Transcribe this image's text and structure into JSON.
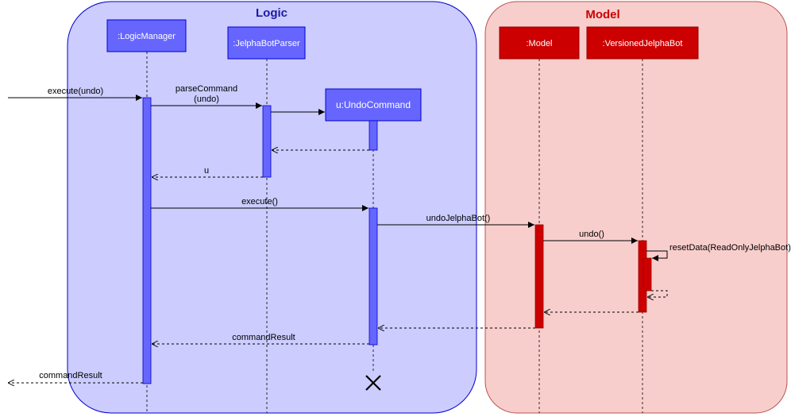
{
  "frames": {
    "logic": {
      "title": "Logic",
      "title_color": "#1a1aa6",
      "fill": "#ccccff",
      "stroke": "#0000cc"
    },
    "model": {
      "title": "Model",
      "title_color": "#cc0000",
      "fill": "#f8cecc",
      "stroke": "#b85450"
    }
  },
  "participants": {
    "logic_manager": {
      "label": ":LogicManager"
    },
    "parser": {
      "label": ":JelphaBotParser"
    },
    "undo_command": {
      "label": "u:UndoCommand"
    },
    "model": {
      "label": ":Model"
    },
    "versioned": {
      "label": ":VersionedJelphaBot"
    }
  },
  "messages": {
    "execute_undo": "execute(undo)",
    "parse_command_1": "parseCommand",
    "parse_command_2": "(undo)",
    "return_u": "u",
    "execute": "execute()",
    "undo_jelphabot": "undoJelphaBot()",
    "undo": "undo()",
    "reset_data": "resetData(ReadOnlyJelphaBot)",
    "command_result_inner": "commandResult",
    "command_result_outer": "commandResult"
  },
  "colors": {
    "logic_participant": "#6666ff",
    "logic_participant_border": "#0000cc",
    "model_participant": "#cc0000",
    "model_participant_border": "#990000"
  }
}
